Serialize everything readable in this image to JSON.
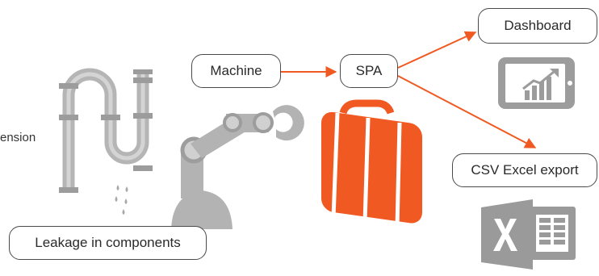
{
  "nodes": {
    "leakage": "Leakage in components",
    "machine": "Machine",
    "spa": "SPA",
    "dashboard": "Dashboard",
    "csv": "CSV Excel export"
  },
  "partial_label": "ension",
  "icons": {
    "pipe": "leaking-pipe-icon",
    "robot": "robotic-arm-icon",
    "case": "suitcase-icon",
    "tablet": "tablet-chart-icon",
    "excel": "excel-icon"
  },
  "colors": {
    "accent": "#f05a22",
    "gray": "#b5b5b5",
    "border": "#4a4a4a",
    "excel": "#9a9a9a"
  }
}
